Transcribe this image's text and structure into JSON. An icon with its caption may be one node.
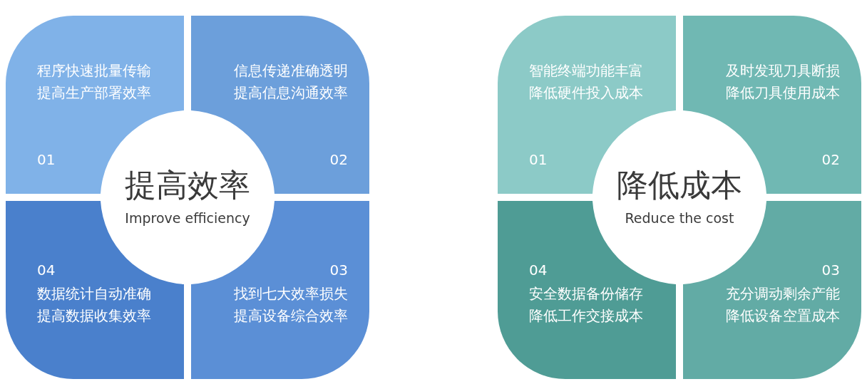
{
  "diagram": {
    "nodes": [
      {
        "text": [
          "提高效率",
          "Improve efficiency"
        ]
      },
      {
        "text": [
          "程序快速批量传输提高生产部署效率",
          "01"
        ],
        "in": 0
      },
      {
        "text": [
          "信息传递准确透明提高信息沟通效率",
          "02"
        ],
        "in": 0
      },
      {
        "text": [
          "03",
          "找到七大效率损失提高设备综合效率"
        ],
        "in": 0
      },
      {
        "text": [
          "04",
          "数据统计自动准确提高数据收集效率"
        ],
        "in": 0
      },
      {
        "text": [
          "降低成本",
          "Reduce the cost"
        ]
      },
      {
        "text": [
          "智能终端功能丰富降低硬件投入成本",
          "01"
        ],
        "in": 5
      },
      {
        "text": [
          "及时发现刀具断损降低刀具使用成本",
          "02"
        ],
        "in": 5
      },
      {
        "text": [
          "03",
          "充分调动剩余产能降低设备空置成本"
        ],
        "in": 5
      },
      {
        "text": [
          "04",
          "安全数据备份储存降低工作交接成本"
        ],
        "in": 5
      }
    ],
    "edges": []
  }
}
